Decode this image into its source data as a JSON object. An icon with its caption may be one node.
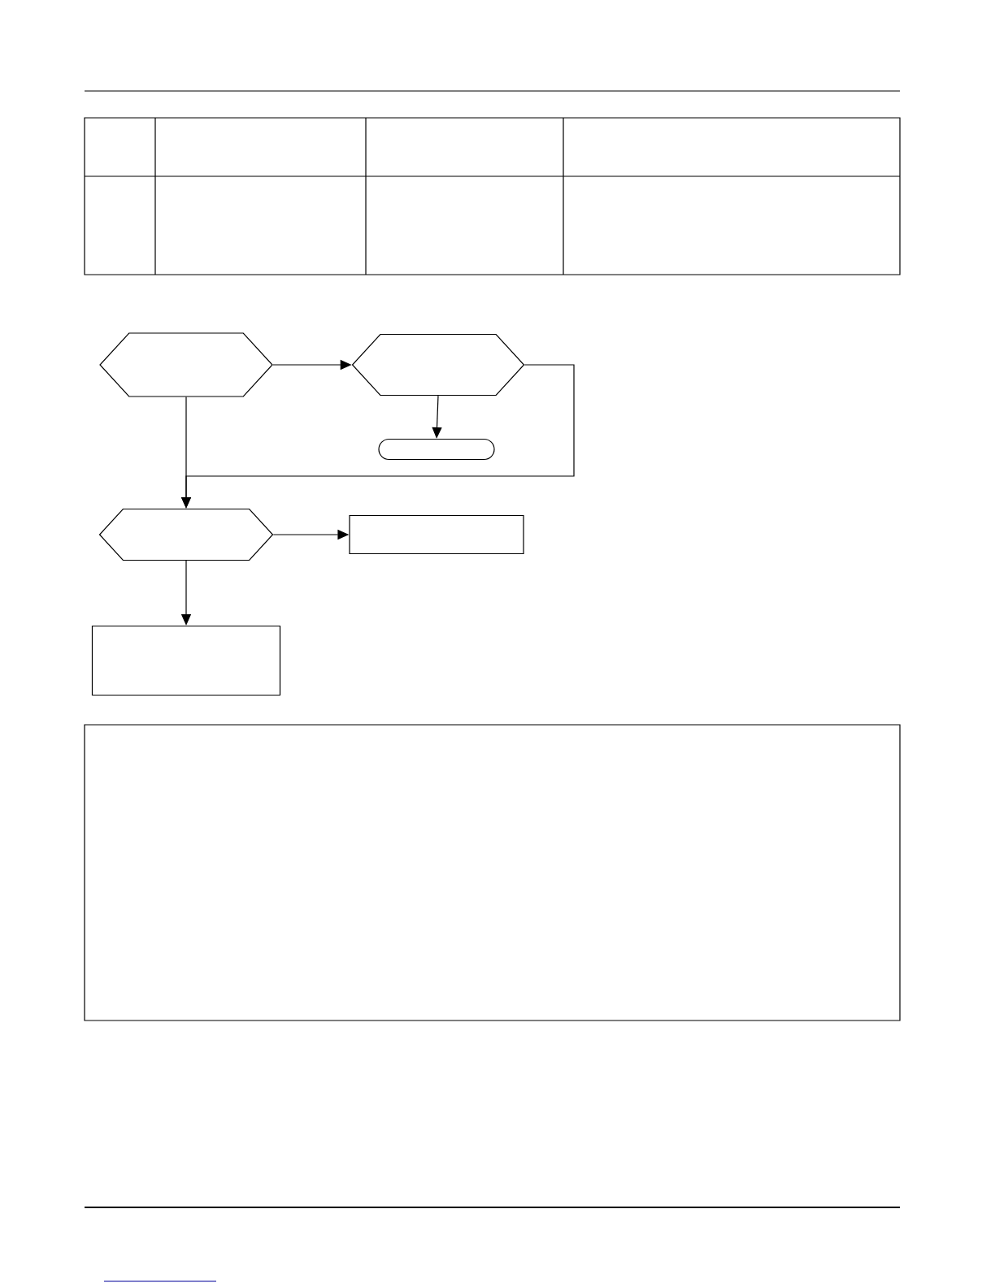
{
  "diagram": {
    "nodes": [
      {
        "text": [],
        "shape": "hexagon"
      },
      {
        "text": [],
        "shape": "hexagon"
      },
      {
        "text": [],
        "shape": "oval"
      },
      {
        "text": [],
        "shape": "hexagon"
      },
      {
        "text": [],
        "shape": "box"
      },
      {
        "text": [],
        "shape": "box"
      }
    ],
    "edges": [
      {
        "from": 0,
        "to": 1,
        "arrow": "to"
      },
      {
        "from": 1,
        "to": 2,
        "arrow": "to"
      },
      {
        "from": 0,
        "to": 3,
        "arrow": "to"
      },
      {
        "from": 1,
        "to": 3,
        "arrow": "to"
      },
      {
        "from": 3,
        "to": 4,
        "arrow": "to"
      },
      {
        "from": 3,
        "to": 5,
        "arrow": "to"
      }
    ]
  }
}
